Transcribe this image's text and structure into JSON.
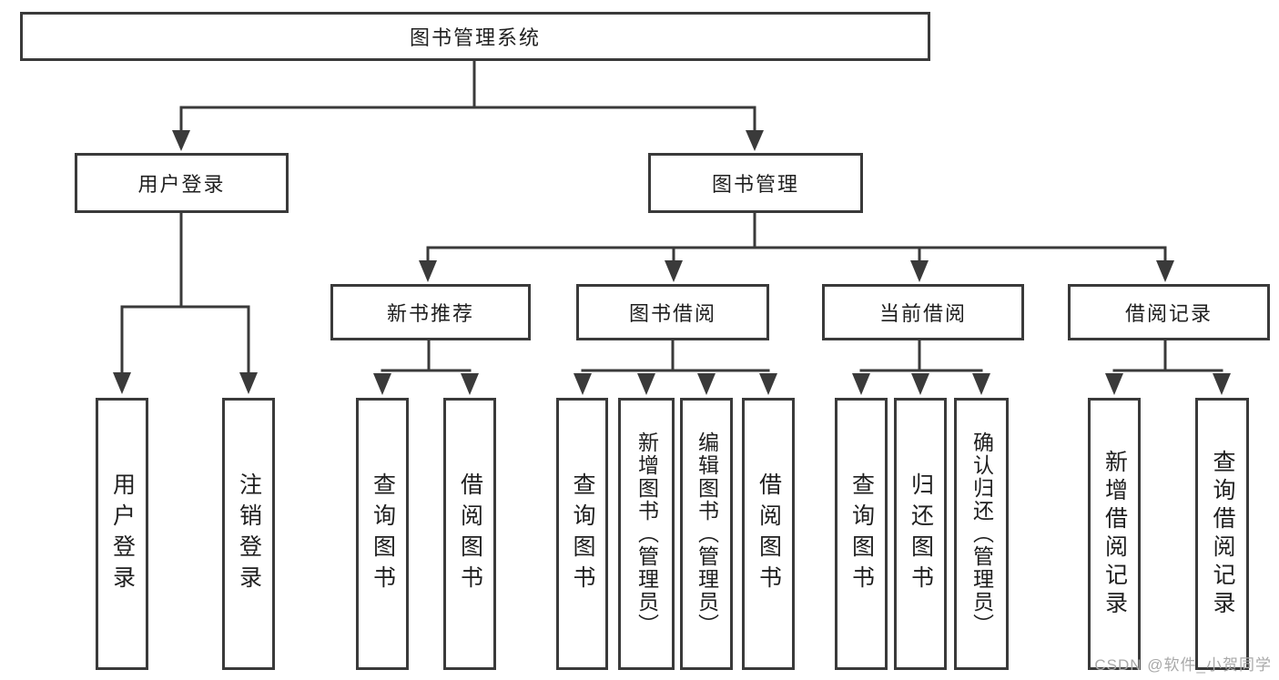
{
  "diagram": {
    "type": "tree",
    "title": "图书管理系统",
    "colors": {
      "line": "#3a3a3a",
      "box_border": "#3a3a3a",
      "box_fill": "#ffffff",
      "text": "#1f1f1f",
      "watermark": "#a9a9a9"
    },
    "nodes": {
      "root": {
        "label": "图书管理系统",
        "children": [
          "user_login",
          "book_mgmt"
        ]
      },
      "user_login": {
        "label": "用户登录",
        "children": [
          "leaf_user_login",
          "leaf_logout"
        ]
      },
      "book_mgmt": {
        "label": "图书管理",
        "children": [
          "new_book_rec",
          "book_borrow",
          "current_borrow",
          "borrow_records"
        ]
      },
      "new_book_rec": {
        "label": "新书推荐",
        "children": [
          "leaf_query_book_1",
          "leaf_borrow_book_1"
        ]
      },
      "book_borrow": {
        "label": "图书借阅",
        "children": [
          "leaf_query_book_2",
          "leaf_add_book",
          "leaf_edit_book",
          "leaf_borrow_book_2"
        ]
      },
      "current_borrow": {
        "label": "当前借阅",
        "children": [
          "leaf_query_book_3",
          "leaf_return_book",
          "leaf_confirm_return"
        ]
      },
      "borrow_records": {
        "label": "借阅记录",
        "children": [
          "leaf_add_record",
          "leaf_query_record"
        ]
      },
      "leaf_user_login": {
        "label": "用户登录"
      },
      "leaf_logout": {
        "label": "注销登录"
      },
      "leaf_query_book_1": {
        "label": "查询图书"
      },
      "leaf_borrow_book_1": {
        "label": "借阅图书"
      },
      "leaf_query_book_2": {
        "label": "查询图书"
      },
      "leaf_add_book": {
        "label": "新增图书（管理员）"
      },
      "leaf_edit_book": {
        "label": "编辑图书（管理员）"
      },
      "leaf_borrow_book_2": {
        "label": "借阅图书"
      },
      "leaf_query_book_3": {
        "label": "查询图书"
      },
      "leaf_return_book": {
        "label": "归还图书"
      },
      "leaf_confirm_return": {
        "label": "确认归还（管理员）"
      },
      "leaf_add_record": {
        "label": "新增借阅记录"
      },
      "leaf_query_record": {
        "label": "查询借阅记录"
      }
    },
    "watermark": "CSDN @软件_小贺同学"
  }
}
